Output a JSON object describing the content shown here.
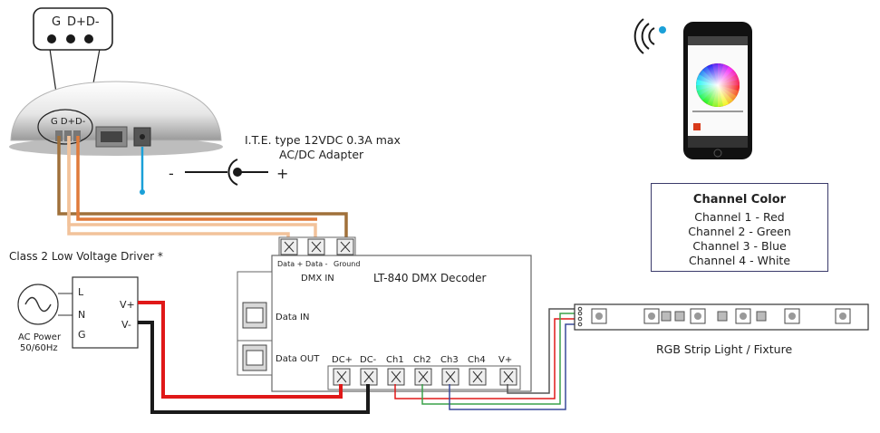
{
  "controller": {
    "callout_pins": [
      "G",
      "D+D-"
    ],
    "body_pins": "G D+D-"
  },
  "adapter": {
    "label_line1": "I.T.E. type 12VDC 0.3A max",
    "label_line2": "AC/DC Adapter",
    "minus": "-",
    "plus": "+"
  },
  "driver": {
    "title": "Class 2 Low Voltage Driver *",
    "inputs": [
      "L",
      "N",
      "G"
    ],
    "outputs": [
      "V+",
      "V-"
    ],
    "ac_label_line1": "AC Power",
    "ac_label_line2": "50/60Hz"
  },
  "decoder": {
    "title": "LT-840 DMX Decoder",
    "top_terminals": [
      "Data +",
      "Data -",
      "Ground"
    ],
    "dmx_in": "DMX IN",
    "data_in": "Data IN",
    "data_out": "Data OUT",
    "bottom_terminals": [
      "DC+",
      "DC-",
      "Ch1",
      "Ch2",
      "Ch3",
      "Ch4",
      "V+"
    ]
  },
  "strip": {
    "label": "RGB Strip Light / Fixture"
  },
  "legend": {
    "title": "Channel Color",
    "rows": [
      "Channel 1 -  Red",
      "Channel 2 -  Green",
      "Channel 3 -  Blue",
      "Channel 4 -  White"
    ]
  },
  "colors": {
    "wire_brown": "#a0703a",
    "wire_orange": "#e07a3a",
    "wire_peach": "#f2c29a",
    "wire_red": "#e01818",
    "wire_black": "#1a1a1a",
    "wire_green": "#3aa24a",
    "wire_blue": "#3a4a9a",
    "wire_gray": "#555555",
    "accent_cyan": "#1aa0d8"
  }
}
